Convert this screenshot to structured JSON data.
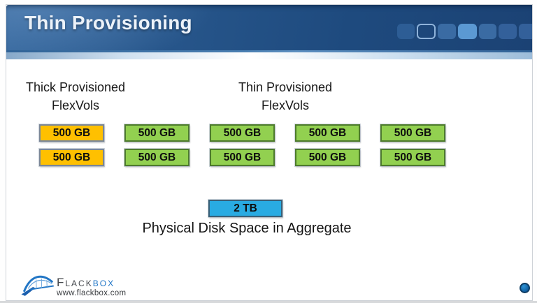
{
  "header": {
    "title": "Thin Provisioning",
    "background": "#1E4A7E",
    "squares": [
      {
        "fill": "#2d5d95",
        "border": "#2d5d95"
      },
      {
        "fill": "rgba(0,0,0,0)",
        "border": "#8fb3da"
      },
      {
        "fill": "#3a6ba3",
        "border": "#3a6ba3"
      },
      {
        "fill": "#5b99d3",
        "border": "#5b99d3"
      },
      {
        "fill": "#3a6ba3",
        "border": "#3a6ba3"
      },
      {
        "fill": "#33609a",
        "border": "#33609a"
      },
      {
        "fill": "#33609a",
        "border": "#33609a"
      }
    ]
  },
  "labels": {
    "thick": {
      "line1": "Thick Provisioned",
      "line2": "FlexVols"
    },
    "thin": {
      "line1": "Thin Provisioned",
      "line2": "FlexVols"
    }
  },
  "volumes": {
    "rows": [
      [
        "500 GB",
        "500 GB",
        "500 GB",
        "500 GB",
        "500 GB"
      ],
      [
        "500 GB",
        "500 GB",
        "500 GB",
        "500 GB",
        "500 GB"
      ]
    ]
  },
  "aggregate": {
    "size_label": "2 TB",
    "caption": "Physical Disk Space in Aggregate"
  },
  "footer": {
    "brand_part1": "Flack",
    "brand_part2": "box",
    "website": "www.flackbox.com"
  },
  "colors": {
    "thick_fill": "#FFC000",
    "thick_border": "#7b8798",
    "thin_fill": "#92D050",
    "thin_border": "#4e7b2d",
    "aggregate_fill": "#29ABE2",
    "aggregate_border": "#3a6077",
    "brand_blue": "#2176c7",
    "brand_gray": "#45484d"
  }
}
